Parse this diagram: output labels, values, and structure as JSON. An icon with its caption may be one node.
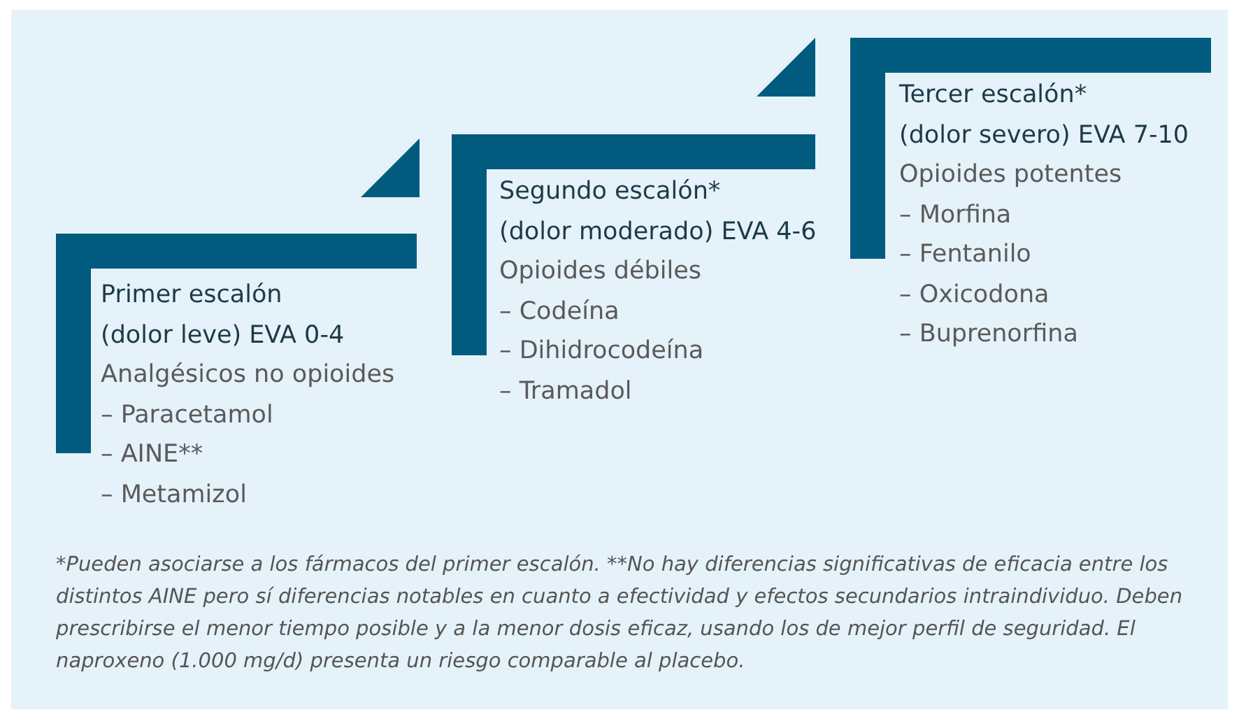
{
  "diagram": {
    "nodes": [
      {
        "text": [
          "Primer escalón (dolor leve) EVA 0-4",
          "Analgésicos no opioides",
          "– Paracetamol",
          "– AINE**",
          "– Metamizol"
        ]
      },
      {
        "text": [
          "Segundo escalón* (dolor moderado) EVA 4-6",
          "Opioides débiles",
          "– Codeína",
          "– Dihidrocodeína",
          "– Tramadol"
        ]
      },
      {
        "text": [
          "Tercer escalón* (dolor severo) EVA 7-10",
          "Opioides potentes",
          "– Morfina",
          "– Fentanilo",
          "– Oxicodona",
          "– Buprenorfina"
        ]
      }
    ],
    "caption": "*Pueden asociarse a los fármacos del primer escalón. **No hay diferencias significativas de eficacia entre los distintos AINE pero sí diferencias notables en cuanto a efectividad y efectos secundarios intraindividuo. Deben prescribirse el menor tiempo posible y a la menor dosis eficaz, usando los de mejor perfil de seguridad. El naproxeno (1.000 mg/d) presenta un riesgo comparable al placebo."
  }
}
